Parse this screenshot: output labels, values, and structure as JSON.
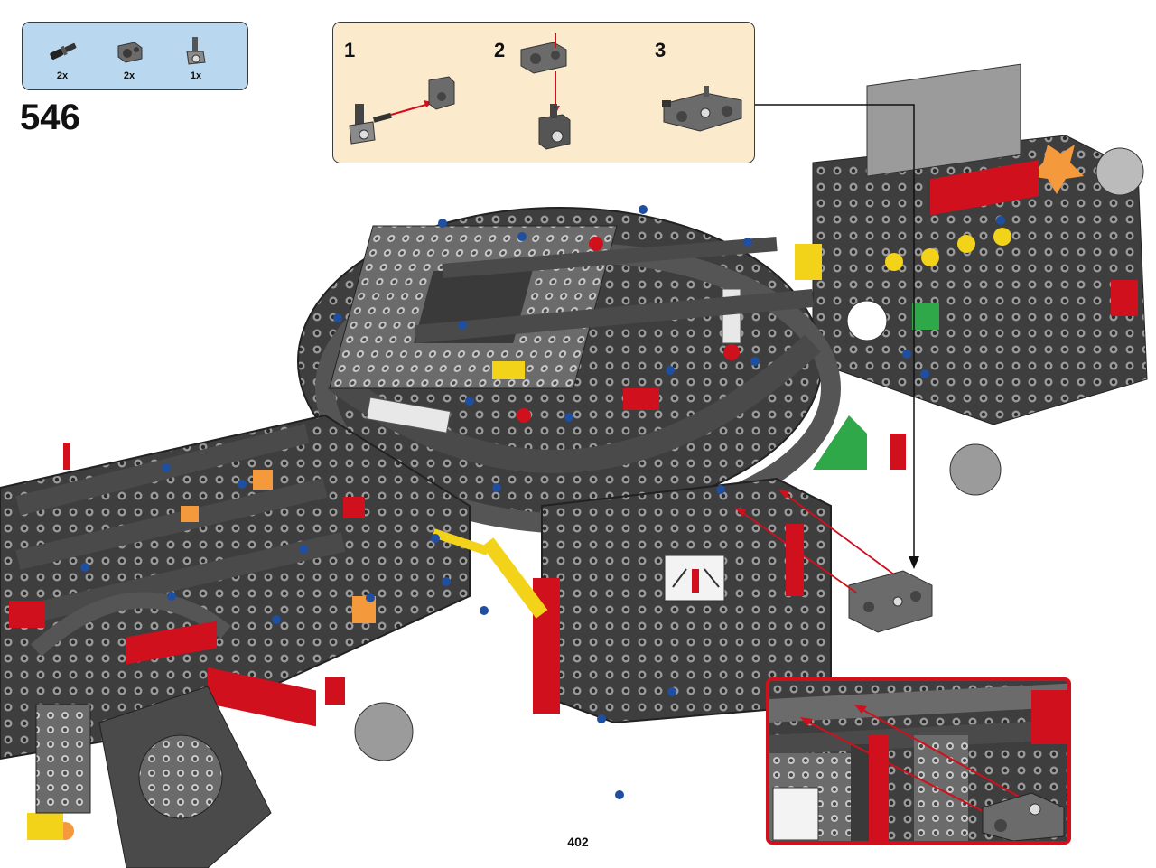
{
  "colors": {
    "parts_box_bg": "#b9d7ef",
    "sub_box_bg": "#fbeacc",
    "callout_border": "#d0101c",
    "frame_dark": "#3e3e3e",
    "frame_mid": "#6b6b6b",
    "frame_light": "#9b9b9b",
    "accent_red": "#d0101c",
    "accent_yellow": "#f3d21a",
    "accent_orange": "#f59a3c",
    "accent_green": "#2fa84a",
    "pin_blue": "#1e4fa0",
    "arrow": "#d0101c"
  },
  "parts_list": [
    {
      "icon": "axle-pin-icon",
      "qty": "2x"
    },
    {
      "icon": "pin-connector-icon",
      "qty": "2x"
    },
    {
      "icon": "axle-connector-icon",
      "qty": "1x"
    }
  ],
  "step": {
    "number": "546",
    "page": "402"
  },
  "sub_steps": [
    {
      "number": "1"
    },
    {
      "number": "2"
    },
    {
      "number": "3"
    }
  ],
  "callout": {
    "label": "zoom-detail"
  }
}
